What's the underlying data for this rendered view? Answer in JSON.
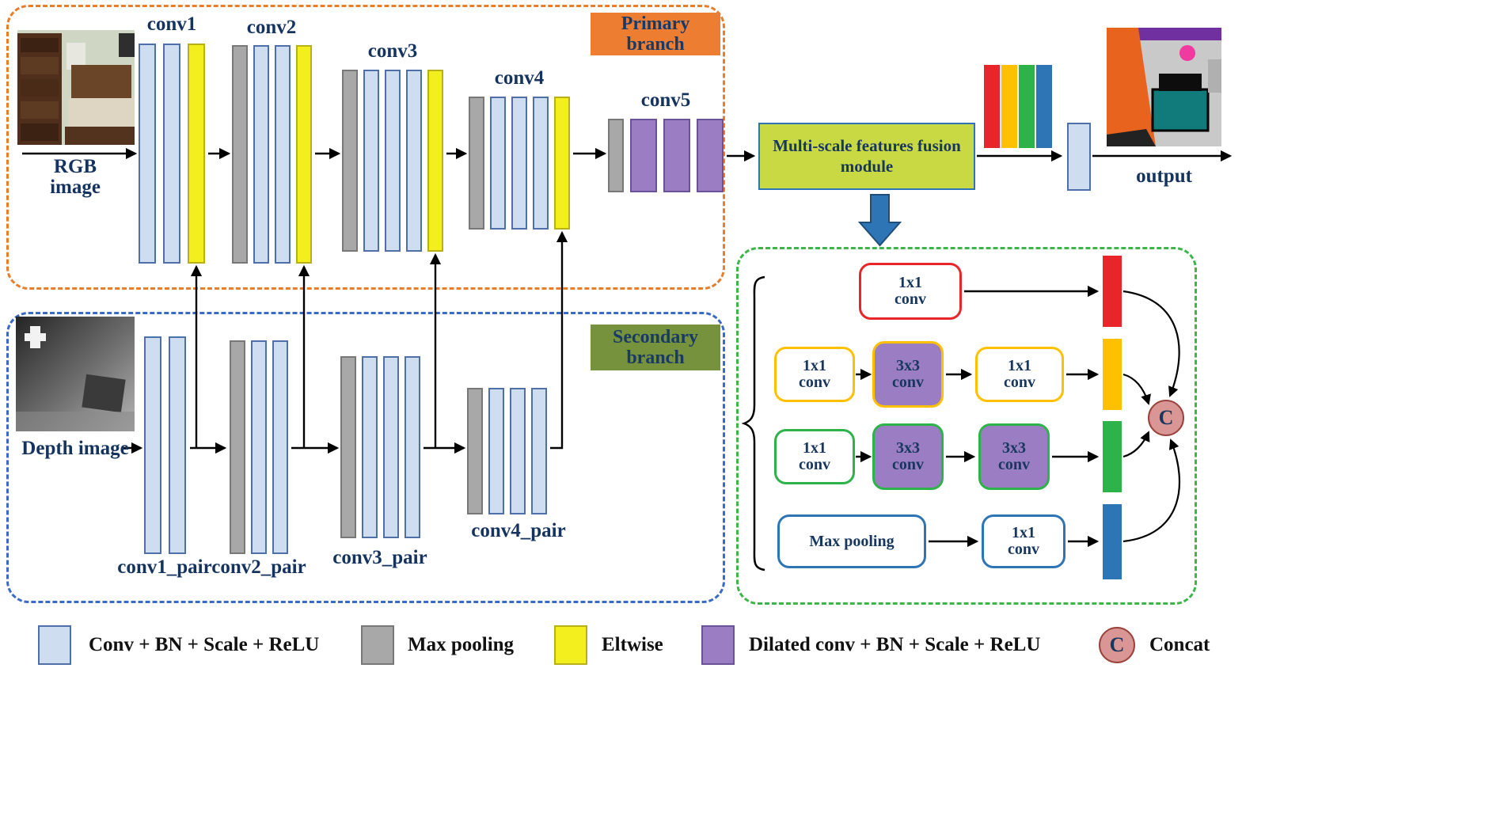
{
  "colors": {
    "conv_fill": "#cfddf0",
    "maxpool_fill": "#a8a8a8",
    "eltwise_fill": "#f3ee1e",
    "dilated_fill": "#9b7dc3",
    "primary_branch_border": "#e87d2a",
    "secondary_branch_border": "#3a6bc4",
    "fusion_detail_border": "#3db54a",
    "fusion_module_fill": "#c9d943",
    "primary_tag_fill": "#ed7d31",
    "secondary_tag_fill": "#76923c",
    "concat_fill": "#d99694",
    "feature_bar_red": "#e8262a",
    "feature_bar_yellow": "#ffc000",
    "feature_bar_green": "#2eb34a",
    "feature_bar_blue": "#2e75b6"
  },
  "primary": {
    "branch_label": "Primary branch",
    "input_label": "RGB image",
    "convs": [
      "conv1",
      "conv2",
      "conv3",
      "conv4",
      "conv5"
    ],
    "output_label": "output"
  },
  "secondary": {
    "branch_label": "Secondary branch",
    "input_label": "Depth image",
    "convs": [
      "conv1_pair",
      "conv2_pair",
      "conv3_pair",
      "conv4_pair"
    ]
  },
  "fusion": {
    "module_label": "Multi-scale features fusion module",
    "concat_label": "C",
    "rows": [
      {
        "boxes": [
          {
            "line1": "1x1",
            "line2": "conv"
          }
        ]
      },
      {
        "boxes": [
          {
            "line1": "1x1",
            "line2": "conv"
          },
          {
            "line1": "3x3",
            "line2": "conv"
          },
          {
            "line1": "1x1",
            "line2": "conv"
          }
        ]
      },
      {
        "boxes": [
          {
            "line1": "1x1",
            "line2": "conv"
          },
          {
            "line1": "3x3",
            "line2": "conv"
          },
          {
            "line1": "3x3",
            "line2": "conv"
          }
        ]
      },
      {
        "boxes": [
          {
            "line1": "Max pooling",
            "line2": ""
          },
          {
            "line1": "1x1",
            "line2": "conv"
          }
        ]
      }
    ]
  },
  "legend": {
    "items": [
      {
        "label": "Conv + BN + Scale + ReLU"
      },
      {
        "label": "Max pooling"
      },
      {
        "label": "Eltwise"
      },
      {
        "label": "Dilated conv + BN + Scale + ReLU"
      },
      {
        "label": "Concat",
        "symbol": "C"
      }
    ]
  }
}
